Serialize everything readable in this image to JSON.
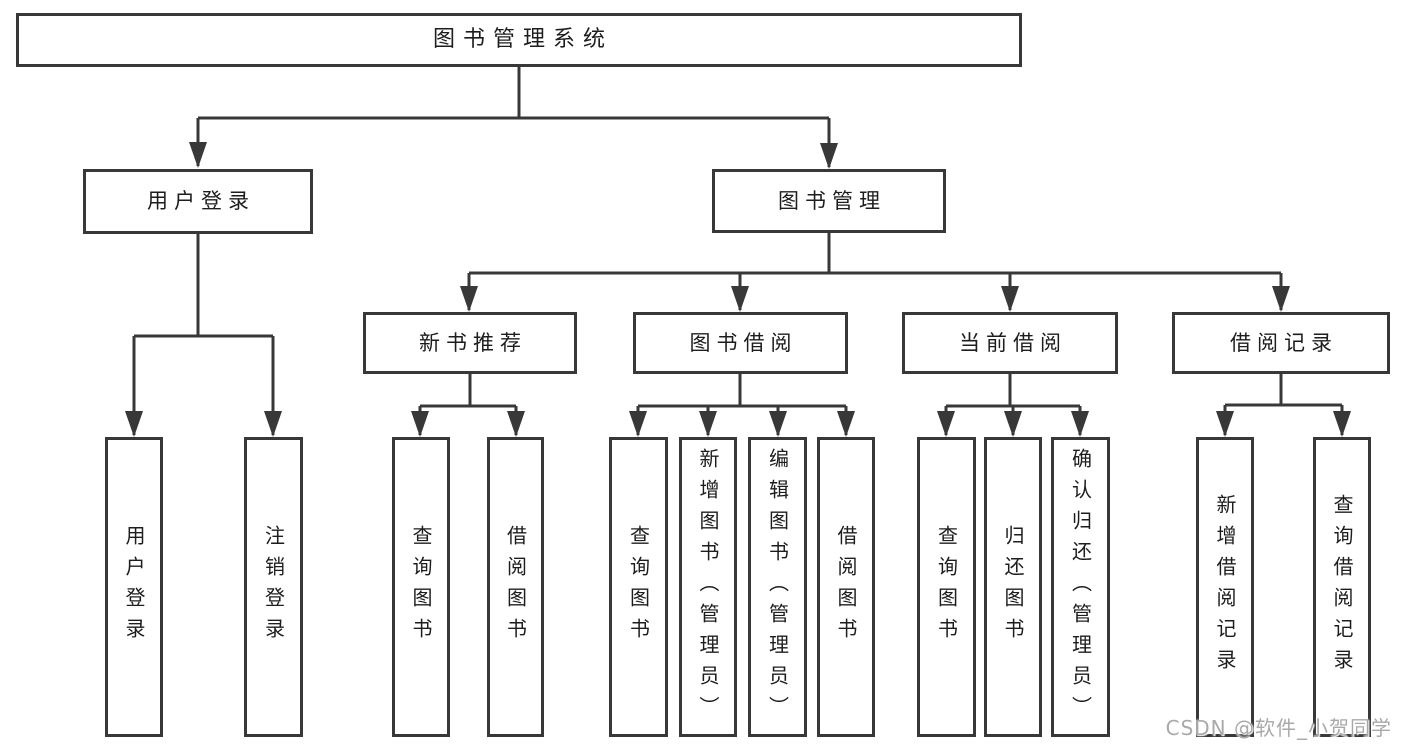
{
  "diagram": {
    "title": "图书管理系统",
    "branches": [
      {
        "label": "用户登录",
        "children": [
          {
            "label": "用户登录"
          },
          {
            "label": "注销登录"
          }
        ]
      },
      {
        "label": "图书管理",
        "children": [
          {
            "label": "新书推荐",
            "children": [
              {
                "label": "查询图书"
              },
              {
                "label": "借阅图书"
              }
            ]
          },
          {
            "label": "图书借阅",
            "children": [
              {
                "label": "查询图书"
              },
              {
                "label": "新增图书（管理员）"
              },
              {
                "label": "编辑图书（管理员）"
              },
              {
                "label": "借阅图书"
              }
            ]
          },
          {
            "label": "当前借阅",
            "children": [
              {
                "label": "查询图书"
              },
              {
                "label": "归还图书"
              },
              {
                "label": "确认归还（管理员）"
              }
            ]
          },
          {
            "label": "借阅记录",
            "children": [
              {
                "label": "新增借阅记录"
              },
              {
                "label": "查询借阅记录"
              }
            ]
          }
        ]
      }
    ]
  },
  "watermark": {
    "text": "CSDN @软件_小贺同学"
  },
  "colors": {
    "line": "#383838",
    "box_border": "#383838",
    "text": "#1d1d1d",
    "watermark_text": "#a9a9a9",
    "background": "#ffffff"
  }
}
